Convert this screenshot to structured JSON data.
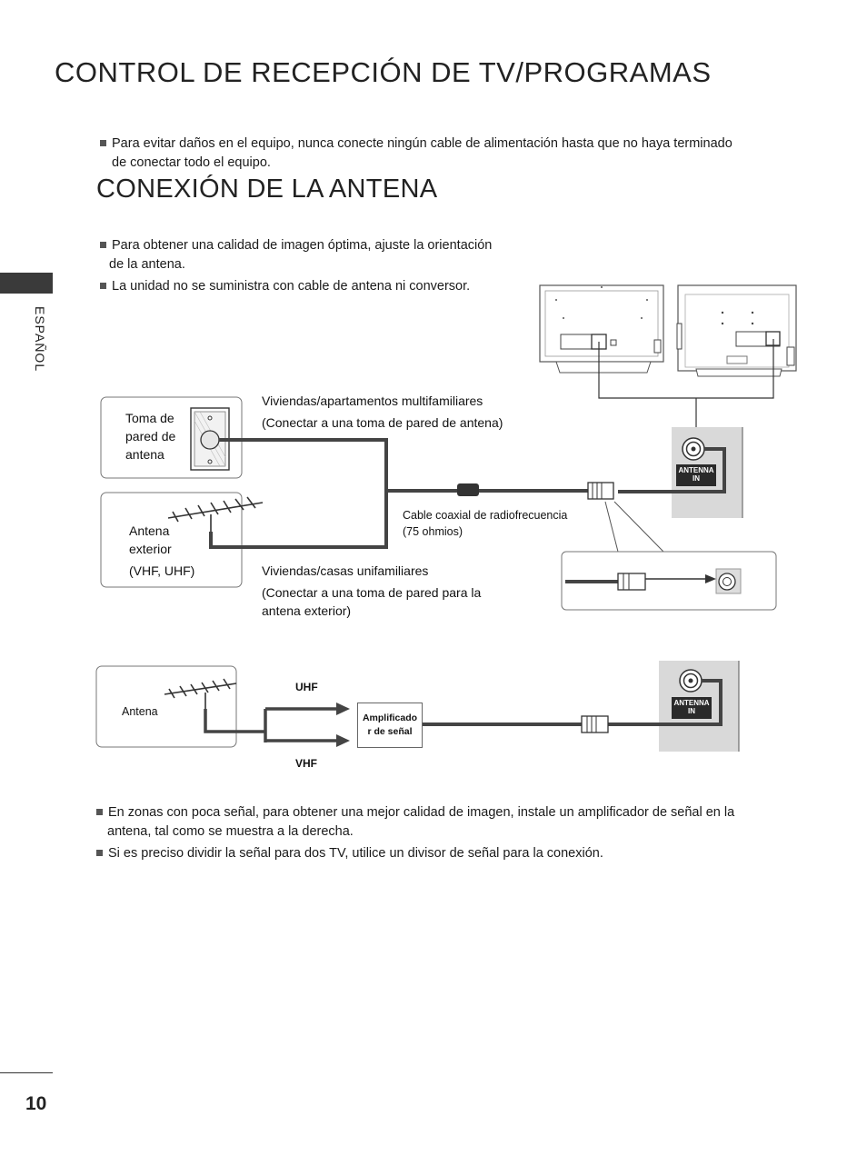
{
  "header": {
    "title": "CONTROL DE RECEPCIÓN DE TV/PROGRAMAS"
  },
  "intro": {
    "warning_line1": "Para evitar daños en el equipo, nunca conecte ningún cable de alimentación hasta que no haya terminado",
    "warning_line2": "de conectar todo el equipo."
  },
  "section": {
    "title": "CONEXIÓN DE LA ANTENA",
    "notes": [
      {
        "line1": "Para obtener una calidad de imagen óptima, ajuste la orientación",
        "line2": "de la antena."
      },
      {
        "line1": "La unidad no se suministra con cable de antena ni conversor."
      }
    ]
  },
  "diagram1": {
    "wall_outlet_label": [
      "Toma de",
      "pared de",
      "antena"
    ],
    "outdoor_antenna_label": [
      "Antena",
      "exterior"
    ],
    "band_label": "(VHF, UHF)",
    "multi_family_title": "Viviendas/apartamentos multifamiliares",
    "multi_family_note": "(Conectar a una toma de pared de antena)",
    "single_family_title": "Viviendas/casas unifamiliares",
    "single_family_note": [
      "(Conectar a una toma de pared para la",
      "antena exterior)"
    ],
    "cable_label": [
      "Cable coaxial de radiofrecuencia",
      "(75 ohmios)"
    ],
    "port_label": [
      "ANTENNA",
      "IN"
    ]
  },
  "diagram2": {
    "antenna_label": "Antena",
    "uhf_label": "UHF",
    "vhf_label": "VHF",
    "amplifier_label": [
      "Amplificado",
      "r de señal"
    ],
    "port_label": [
      "ANTENNA",
      "IN"
    ]
  },
  "footer_notes": [
    {
      "line1": "En zonas con poca señal, para obtener una mejor calidad de imagen, instale un amplificador de señal en la",
      "line2": "antena, tal como se muestra a la derecha."
    },
    {
      "line1": "Si es preciso dividir la señal para dos TV, utilice un divisor de señal para la conexión."
    }
  ],
  "sidebar": {
    "language": "ESPAÑOL"
  },
  "page": {
    "number": "10"
  },
  "colors": {
    "accent": "#3a3a3a",
    "cable": "#444444",
    "panel_gray": "#d9d9d9"
  }
}
